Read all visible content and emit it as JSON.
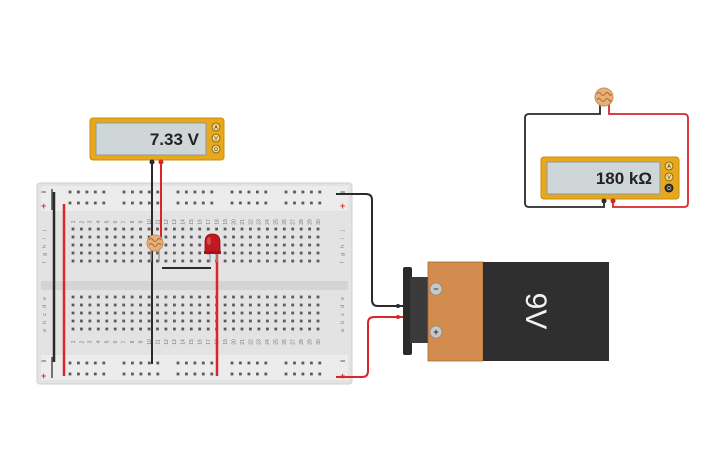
{
  "multimeter_left": {
    "reading": "7.33 V",
    "mode_buttons": [
      "A",
      "V",
      "Ω"
    ]
  },
  "multimeter_right": {
    "reading": "180 kΩ",
    "mode_buttons": [
      "A",
      "V",
      "Ω"
    ]
  },
  "battery": {
    "label": "9V",
    "minus_symbol": "−",
    "plus_symbol": "+"
  },
  "breadboard": {
    "row_letters_top": [
      "j",
      "i",
      "h",
      "g",
      "f"
    ],
    "row_letters_bottom": [
      "e",
      "d",
      "c",
      "b",
      "a"
    ],
    "column_numbers": [
      "1",
      "2",
      "3",
      "4",
      "5",
      "6",
      "7",
      "8",
      "9",
      "10",
      "11",
      "12",
      "13",
      "14",
      "15",
      "16",
      "17",
      "18",
      "19",
      "20",
      "21",
      "22",
      "23",
      "24",
      "25",
      "26",
      "27",
      "28",
      "29",
      "30"
    ],
    "rail_plus": "+",
    "rail_minus": "−"
  },
  "colors": {
    "meter_body": "#E8A81C",
    "meter_screen": "#CFD6D8",
    "wire_red": "#D8262B",
    "wire_black": "#2A2A2A",
    "breadboard_bg": "#E3E3E3",
    "battery_body": "#2F2F2F",
    "battery_terminal_band": "#D18C4E",
    "led_red": "#C0191F",
    "ldr_body": "#E5B07A"
  }
}
